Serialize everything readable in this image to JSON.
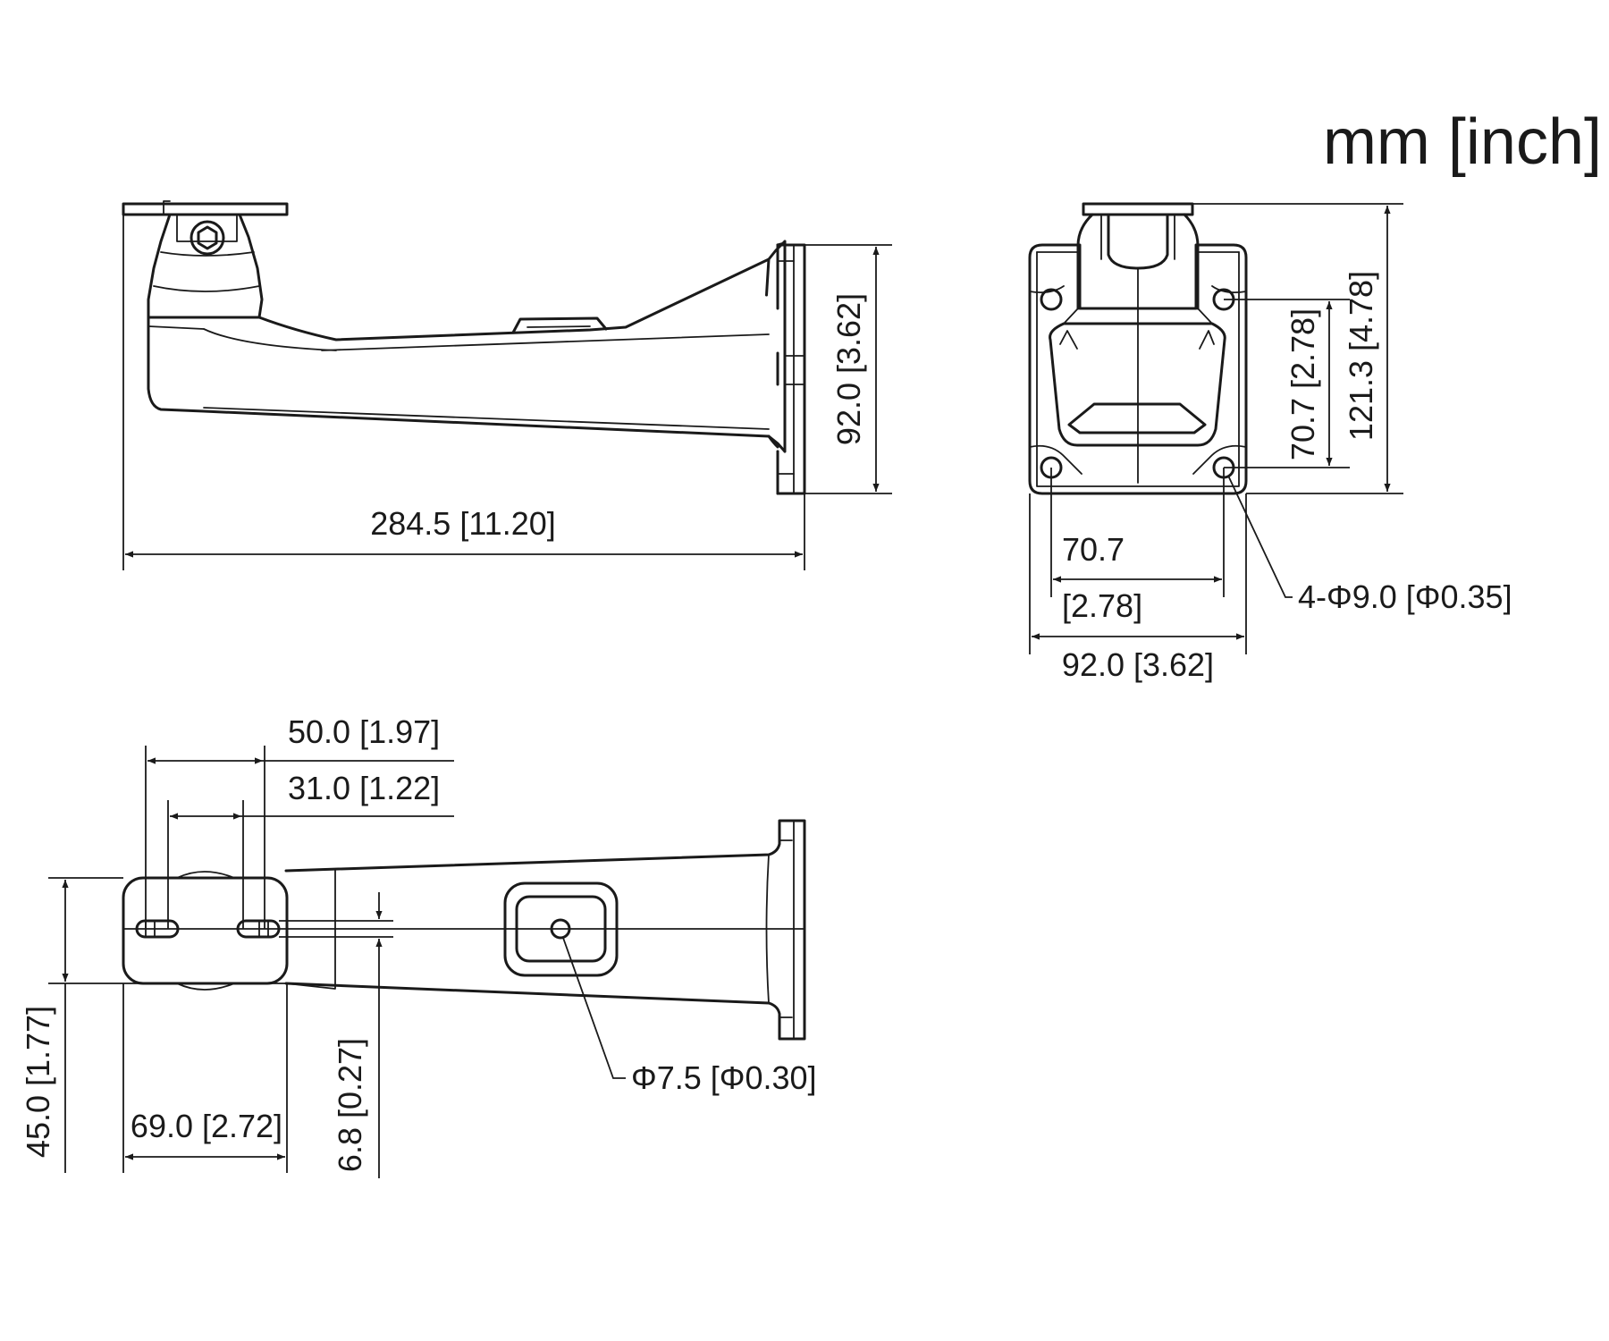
{
  "units_label": "mm [inch]",
  "side_view": {
    "length": "284.5 [11.20]",
    "flange_height": "92.0 [3.62]"
  },
  "front_view": {
    "overall_height": "121.3 [4.78]",
    "hole_spacing_vertical": "70.7 [2.78]",
    "hole_spacing_horizontal_mm": "70.7",
    "hole_spacing_horizontal_inch": "[2.78]",
    "flange_width": "92.0 [3.62]",
    "mounting_holes": "4-Φ9.0 [Φ0.35]"
  },
  "top_view": {
    "slot_outer_spacing": "50.0 [1.97]",
    "slot_inner_spacing": "31.0 [1.22]",
    "plate_width": "45.0 [1.77]",
    "plate_length": "69.0 [2.72]",
    "slot_width": "6.8 [0.27]",
    "cable_hole": "Φ7.5 [Φ0.30]"
  }
}
